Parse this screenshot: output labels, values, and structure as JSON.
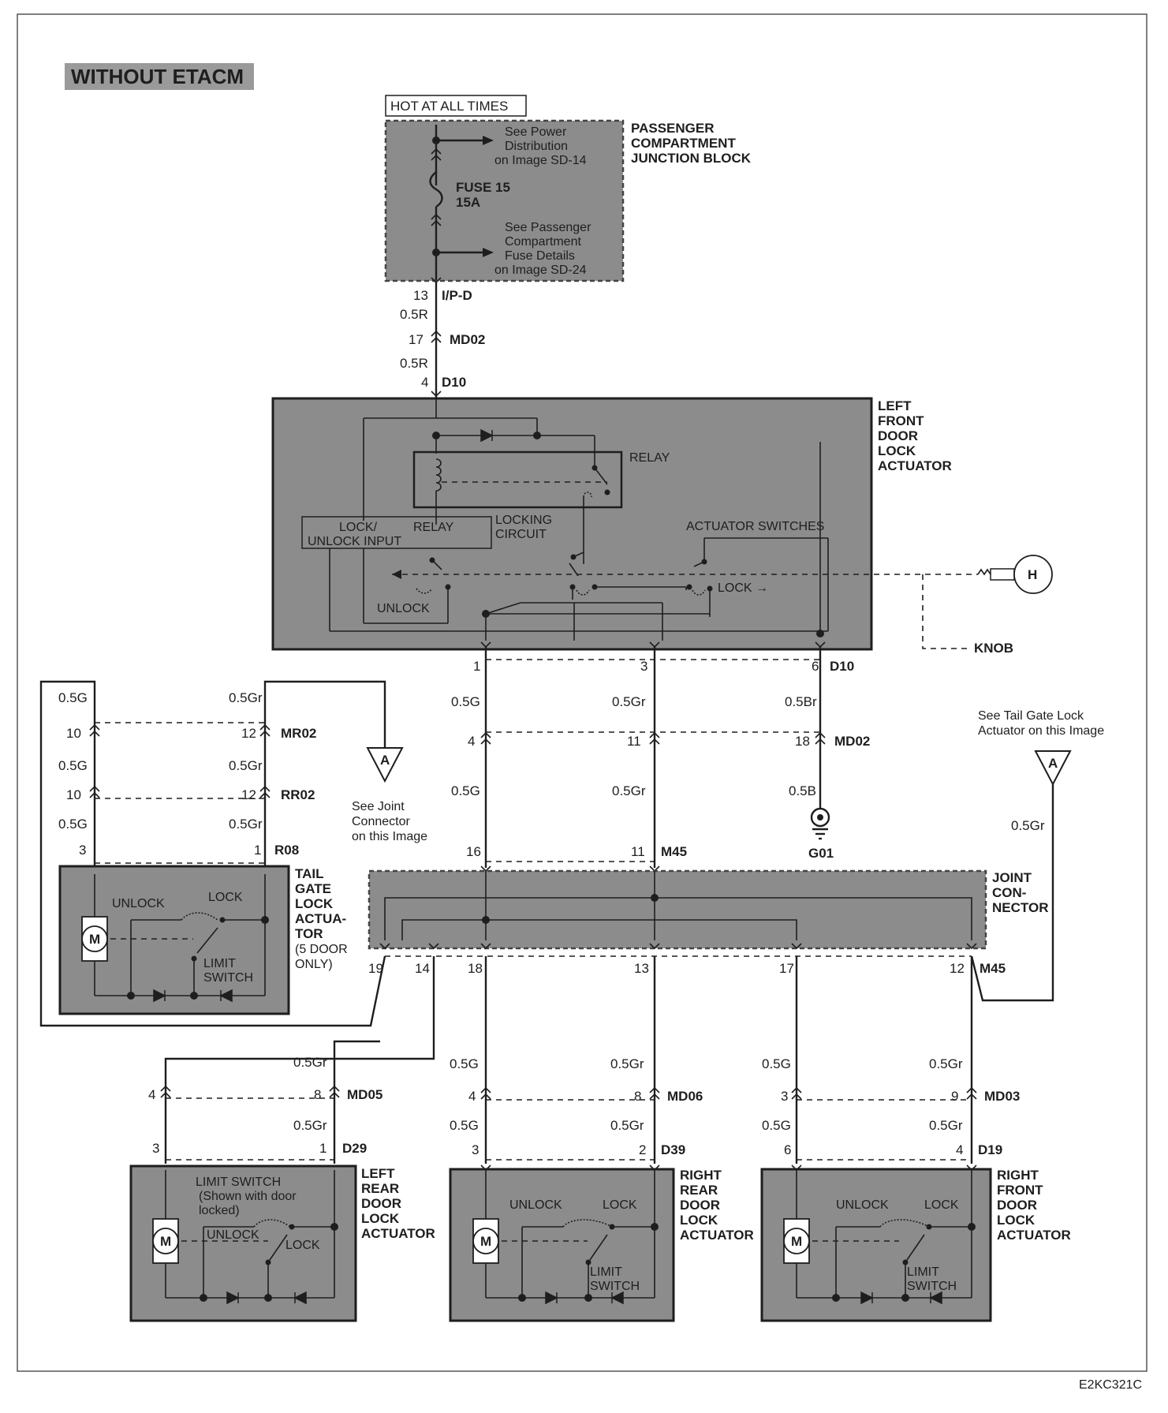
{
  "banner": "WITHOUT ETACM",
  "drawing_code": "E2KC321C",
  "hot_at_all_times": "HOT AT ALL TIMES",
  "junction_block": {
    "title": [
      "PASSENGER",
      "COMPARTMENT",
      "JUNCTION BLOCK"
    ],
    "see_power": [
      "See Power",
      "Distribution",
      "on Image SD-14"
    ],
    "fuse": [
      "FUSE 15",
      "15A"
    ],
    "see_fuse": [
      "See Passenger",
      "Compartment",
      "Fuse Details",
      "on Image SD-24"
    ]
  },
  "top_connectors": {
    "ipd_pin": "13",
    "ipd_name": "I/P-D",
    "wire1": "0.5R",
    "md02_pin": "17",
    "md02_name": "MD02",
    "wire2": "0.5R",
    "d10_pin": "4",
    "d10_name": "D10"
  },
  "lf_actuator": {
    "title": [
      "LEFT",
      "FRONT",
      "DOOR",
      "LOCK",
      "ACTUATOR"
    ],
    "relay": "RELAY",
    "lock_unlock_input": [
      "LOCK/",
      "UNLOCK INPUT"
    ],
    "relay2": "RELAY",
    "locking_circuit": [
      "LOCKING",
      "CIRCUIT"
    ],
    "actuator_switches": "ACTUATOR SWITCHES",
    "unlock": "UNLOCK",
    "lock": "LOCK →",
    "key_letter": "H",
    "knob": "KNOB"
  },
  "d10_bottom": {
    "pin1": "1",
    "pin3": "3",
    "pin6": "6",
    "name": "D10"
  },
  "center_wires": {
    "g1": "0.5G",
    "gr1": "0.5Gr",
    "br1": "0.5Br",
    "md02_pin4": "4",
    "md02_pin11": "11",
    "md02_pin18": "18",
    "md02_name": "MD02",
    "g2": "0.5G",
    "gr2": "0.5Gr",
    "b2": "0.5B",
    "ground": "G01",
    "m45_pin16": "16",
    "m45_pin11": "11",
    "m45_name": "M45"
  },
  "tailgate": {
    "g_a": "0.5G",
    "gr_a": "0.5Gr",
    "mr02_pin10": "10",
    "mr02_pin12": "12",
    "mr02_name": "MR02",
    "g_b": "0.5G",
    "gr_b": "0.5Gr",
    "rr02_pin10": "10",
    "rr02_pin12": "12",
    "rr02_name": "RR02",
    "g_c": "0.5G",
    "gr_c": "0.5Gr",
    "r08_pin3": "3",
    "r08_pin1": "1",
    "r08_name": "R08",
    "title": [
      "TAIL",
      "GATE",
      "LOCK",
      "ACTUA-",
      "TOR",
      "(5 DOOR",
      "ONLY)"
    ],
    "unlock": "UNLOCK",
    "lock": "LOCK",
    "limit_switch": [
      "LIMIT",
      "SWITCH"
    ],
    "motor": "M"
  },
  "joint_a_left": {
    "letter": "A",
    "note": [
      "See Joint",
      "Connector",
      "on this Image"
    ]
  },
  "joint_a_right": {
    "letter": "A",
    "note": [
      "See Tail Gate Lock",
      "Actuator on this Image"
    ],
    "wire": "0.5Gr"
  },
  "joint_connector": {
    "title": [
      "JOINT",
      "CON-",
      "NECTOR"
    ],
    "pins": [
      "19",
      "14",
      "18",
      "13",
      "17",
      "12"
    ],
    "name": "M45"
  },
  "lr_actuator": {
    "gr_a": "0.5Gr",
    "md05_pin4": "4",
    "md05_pin8": "8",
    "md05_name": "MD05",
    "gr_b": "0.5Gr",
    "d29_pin3": "3",
    "d29_pin1": "1",
    "d29_name": "D29",
    "title": [
      "LEFT",
      "REAR",
      "DOOR",
      "LOCK",
      "ACTUATOR"
    ],
    "limit_switch": [
      "LIMIT SWITCH",
      "(Shown with door",
      "locked)"
    ],
    "unlock": "UNLOCK",
    "lock": "LOCK",
    "motor": "M"
  },
  "rr_actuator": {
    "g_a": "0.5G",
    "gr_a": "0.5Gr",
    "md06_pin4": "4",
    "md06_pin8": "8",
    "md06_name": "MD06",
    "g_b": "0.5G",
    "gr_b": "0.5Gr",
    "d39_pin3": "3",
    "d39_pin2": "2",
    "d39_name": "D39",
    "title": [
      "RIGHT",
      "REAR",
      "DOOR",
      "LOCK",
      "ACTUATOR"
    ],
    "unlock": "UNLOCK",
    "lock": "LOCK",
    "limit_switch": [
      "LIMIT",
      "SWITCH"
    ],
    "motor": "M"
  },
  "rf_actuator": {
    "g_a": "0.5G",
    "gr_a": "0.5Gr",
    "md03_pin3": "3",
    "md03_pin9": "9",
    "md03_name": "MD03",
    "g_b": "0.5G",
    "gr_b": "0.5Gr",
    "d19_pin6": "6",
    "d19_pin4": "4",
    "d19_name": "D19",
    "title": [
      "RIGHT",
      "FRONT",
      "DOOR",
      "LOCK",
      "ACTUATOR"
    ],
    "unlock": "UNLOCK",
    "lock": "LOCK",
    "limit_switch": [
      "LIMIT",
      "SWITCH"
    ],
    "motor": "M"
  }
}
